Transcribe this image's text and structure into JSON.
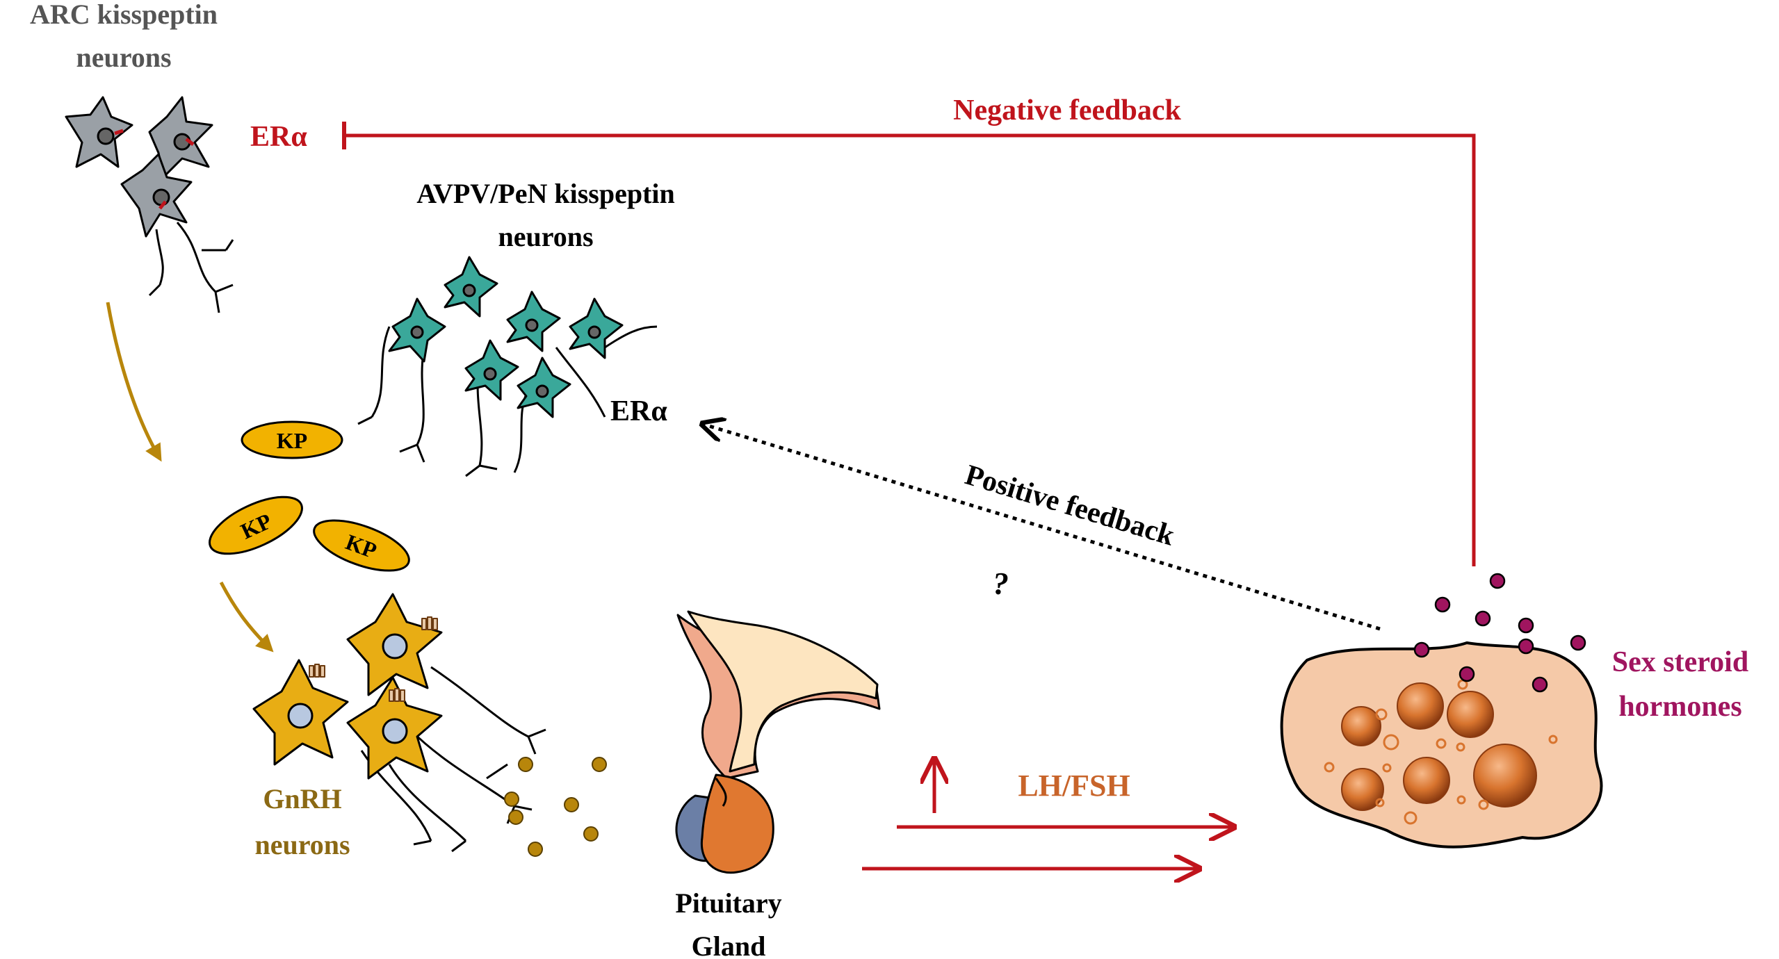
{
  "labels": {
    "arc_line1": "ARC kisspeptin",
    "arc_line2": "neurons",
    "era_top": "ERα",
    "negative_feedback": "Negative feedback",
    "avpv_line1": "AVPV/PeN kisspeptin",
    "avpv_line2": "neurons",
    "era_mid": "ERα",
    "positive_feedback": "Positive feedback",
    "question": "?",
    "kp": "KP",
    "gnrh_line1": "GnRH",
    "gnrh_line2": "neurons",
    "pituitary_line1": "Pituitary",
    "pituitary_line2": "Gland",
    "lh_fsh": "LH/FSH",
    "sex_line1": "Sex steroid",
    "sex_line2": "hormones"
  },
  "colors": {
    "red_feedback": "#c0141c",
    "gold_arrow": "#b8860b",
    "gnrh_text": "#8b6914",
    "kp_fill": "#f2b200",
    "arc_neuron": "#9aa0a6",
    "avpv_neuron": "#3aa89a",
    "gnrh_neuron": "#e8ad14",
    "lh_text": "#c8642a",
    "hormone_text": "#a0155f",
    "hormone_dot": "#a0155f",
    "gonad_fill": "#f5c9a8",
    "follicle": "#d8742e"
  }
}
